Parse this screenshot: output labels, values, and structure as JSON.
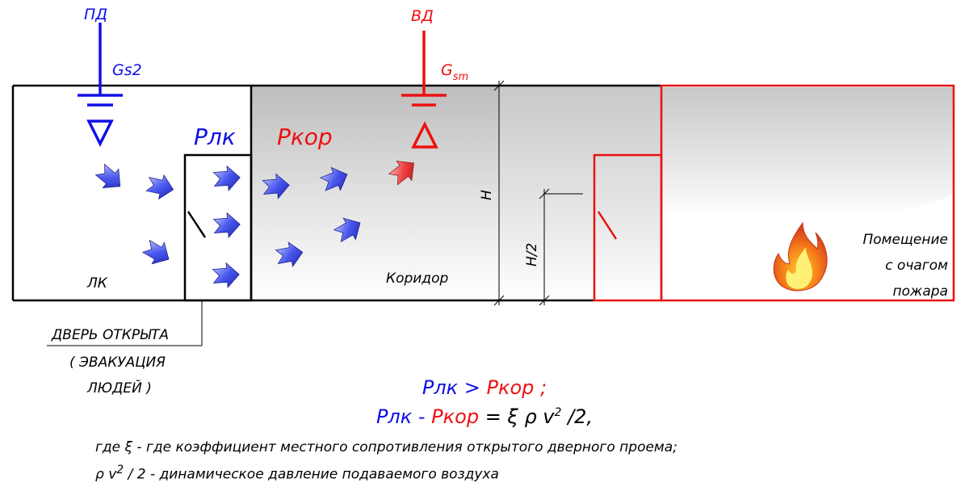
{
  "labels": {
    "pd": "ПД",
    "gs2": "Gs2",
    "vd": "ВД",
    "gsm_main": "G",
    "gsm_sub": "sm",
    "p_lk": "Рлк",
    "p_kor": "Ркор",
    "lk": "ЛК",
    "corridor": "Коридор",
    "h": "H",
    "h_half": "H/2",
    "room_line1": "Помещение",
    "room_line2": "с очагом",
    "room_line3": "пожара",
    "door_line1": "ДВЕРЬ ОТКРЫТА",
    "door_line2": "( ЭВАКУАЦИЯ",
    "door_line3": "ЛЮДЕЙ )"
  },
  "formula": {
    "line1_left": "Рлк",
    "line1_op": " > ",
    "line1_right": "Ркор ;",
    "line2_left": "Рлк",
    "line2_op": " - ",
    "line2_right": "Ркор",
    "line2_eq": " = ξ ρ v",
    "line2_pow": "2",
    "line2_end": " /2,"
  },
  "notes": {
    "line1": "где  ξ - где коэффициент местного сопротивления открытого дверного проема;",
    "line2_a": "ρ v",
    "line2_pow": "2",
    "line2_b": " / 2  - динамическое давление подаваемого воздуха"
  },
  "colors": {
    "blue": "#1010e8",
    "red": "#ee1010",
    "arrow_blue": "#3a44e6",
    "arrow_red": "#e53030"
  },
  "icons": [
    "supply-fan-icon",
    "exhaust-fan-icon",
    "airflow-arrow-icon",
    "fire-icon"
  ]
}
